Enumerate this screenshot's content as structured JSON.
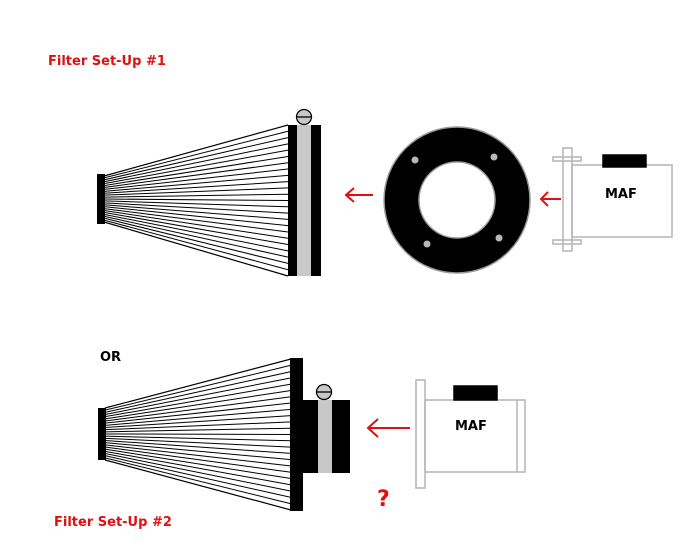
{
  "setup1": {
    "title": "Filter Set-Up #1",
    "maf_label": "MAF"
  },
  "setup2": {
    "or_label": "OR",
    "title": "Filter Set-Up #2",
    "maf_label": "MAF",
    "question_mark": "?"
  },
  "colors": {
    "accent_red": "#e01010",
    "filter_black": "#000000",
    "clamp_gray": "#c8c8c8",
    "maf_outline_gray": "#b4b4b4"
  }
}
